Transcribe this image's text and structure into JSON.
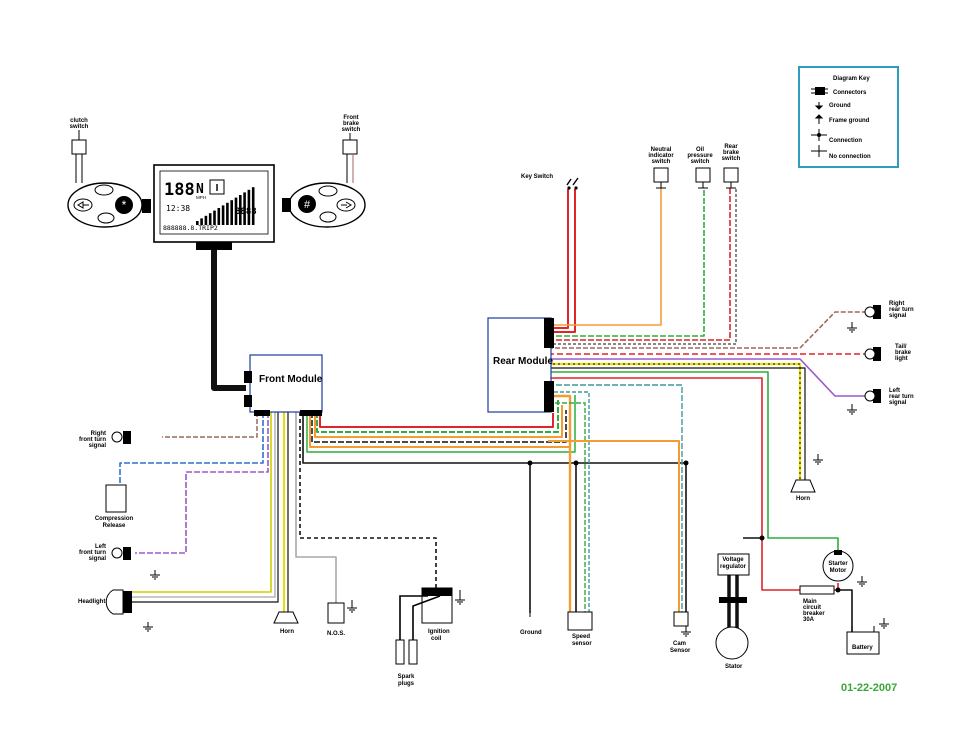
{
  "diagram": {
    "date": "01-22-2007",
    "date_color": "#3aa735",
    "modules": {
      "front": "Front Module",
      "rear": "Rear Module"
    },
    "labels": {
      "clutch_switch": [
        "clutch",
        "switch"
      ],
      "front_brake_switch": [
        "Front",
        "brake",
        "switch"
      ],
      "key_switch": "Key Switch",
      "neutral_switch": [
        "Neutral",
        "indicator",
        "switch"
      ],
      "oil_switch": [
        "Oil",
        "pressure",
        "switch"
      ],
      "rear_brake_switch": [
        "Rear",
        "brake",
        "switch"
      ],
      "right_rear_turn": [
        "Right",
        "rear turn",
        "signal"
      ],
      "tail_brake": [
        "Tail/",
        "brake",
        "light"
      ],
      "left_rear_turn": [
        "Left",
        "rear turn",
        "signal"
      ],
      "horn_rear": "Horn",
      "right_front_turn": [
        "Right",
        "front turn",
        "signal"
      ],
      "compression_release": [
        "Compression",
        "Release"
      ],
      "left_front_turn": [
        "Left",
        "front turn",
        "signal"
      ],
      "headlight": "Headlight",
      "horn_front": "Horn",
      "nos": "N.O.S.",
      "spark_plugs": [
        "Spark",
        "plugs"
      ],
      "ignition_coil": [
        "Ignition",
        "coil"
      ],
      "ground": "Ground",
      "speed_sensor": [
        "Speed",
        "sensor"
      ],
      "cam_sensor": [
        "Cam",
        "Sensor"
      ],
      "voltage_regulator": [
        "Voltage",
        "regulator"
      ],
      "stator": "Stator",
      "starter_motor": [
        "Starter",
        "Motor"
      ],
      "main_breaker": [
        "Main",
        "circuit",
        "breaker",
        "30A"
      ],
      "battery": "Battery"
    },
    "dash": {
      "digits": "188",
      "gear": "N",
      "unit": "MPH",
      "clock": "12:38",
      "small_digits": "8888",
      "odometer": "888888.8.TRIP2"
    },
    "key": {
      "title": "Diagram Key",
      "items": [
        "Connectors",
        "Ground",
        "Frame ground",
        "Connection",
        "No connection"
      ],
      "border_color": "#2f9bbf"
    },
    "wire_colors": {
      "red": "#e0242a",
      "black": "#111111",
      "orange": "#f39c33",
      "green": "#2fae3c",
      "teal": "#3f9a9c",
      "blue": "#2f6fd6",
      "purple": "#9b59c9",
      "yellow": "#e8e000",
      "gray": "#a8a8a8",
      "brown": "#9c6a5a"
    }
  }
}
